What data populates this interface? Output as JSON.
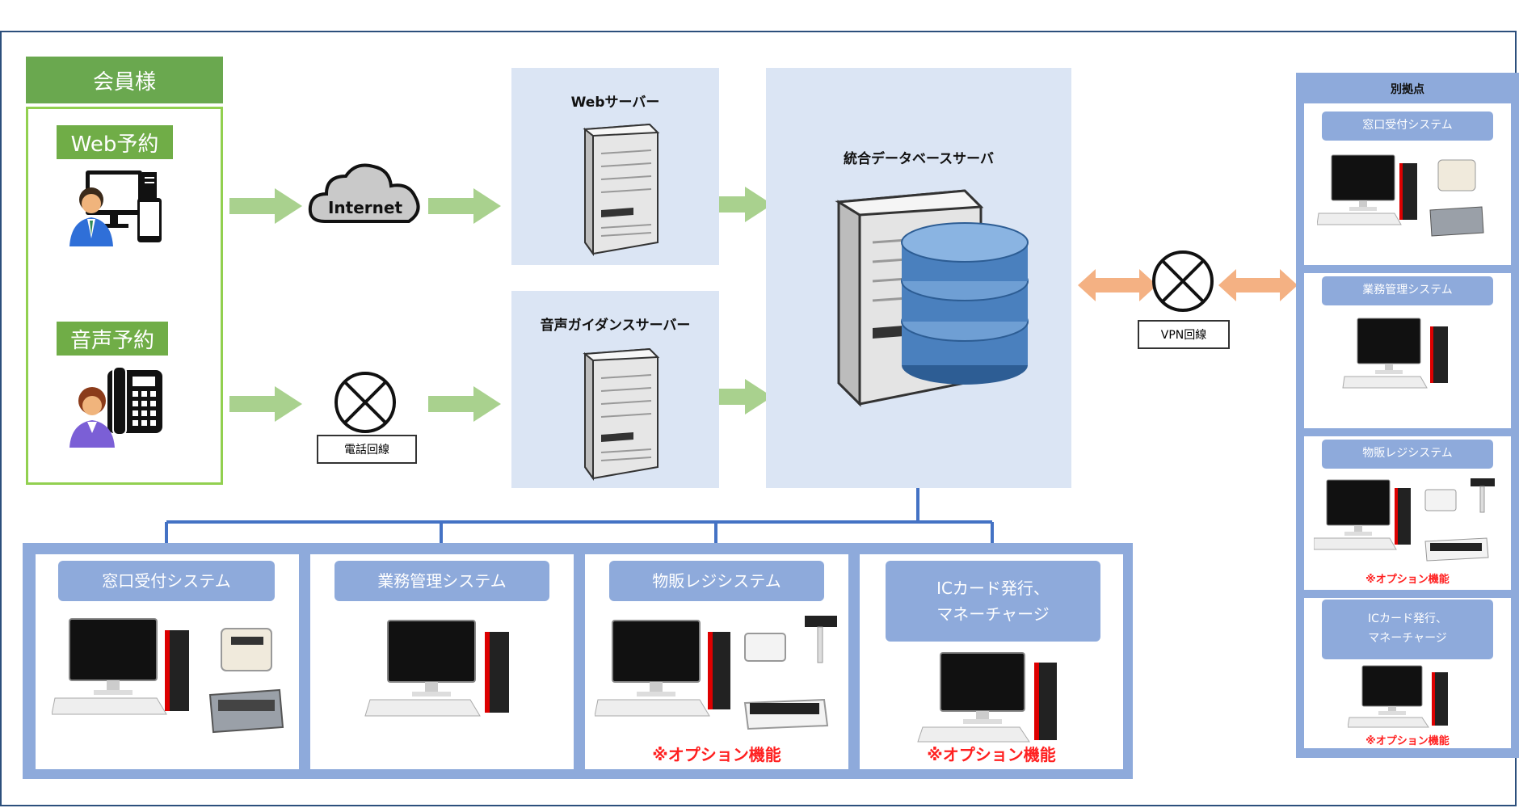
{
  "members": {
    "header": "会員様",
    "web_label": "Web予約",
    "voice_label": "音声予約"
  },
  "network": {
    "internet_label": "Internet",
    "phone_line_label": "電話回線",
    "vpn_label": "VPN回線"
  },
  "servers": {
    "web_title": "Webサーバー",
    "voice_title": "音声ガイダンスサーバー",
    "db_title": "統合データベースサーバ"
  },
  "bottom_systems": [
    {
      "label": "窓口受付システム",
      "option": ""
    },
    {
      "label": "業務管理システム",
      "option": ""
    },
    {
      "label": "物販レジシステム",
      "option": "※オプション機能"
    },
    {
      "label_line1": "ICカード発行、",
      "label_line2": "マネーチャージ",
      "option": "※オプション機能"
    }
  ],
  "remote": {
    "title": "別拠点",
    "systems": [
      {
        "label": "窓口受付システム",
        "option": ""
      },
      {
        "label": "業務管理システム",
        "option": ""
      },
      {
        "label": "物販レジシステム",
        "option": "※オプション機能"
      },
      {
        "label_line1": "ICカード発行、",
        "label_line2": "マネーチャージ",
        "option": "※オプション機能"
      }
    ]
  },
  "colors": {
    "member_green": "#70ad47",
    "panel_blue": "#dbe5f4",
    "system_blue": "#8eaadb",
    "frame_blue": "#8eaadb",
    "connector_blue": "#4472c4",
    "arrow_green": "#a9d18e",
    "arrow_orange": "#f4b183",
    "option_red": "#ff2020"
  }
}
